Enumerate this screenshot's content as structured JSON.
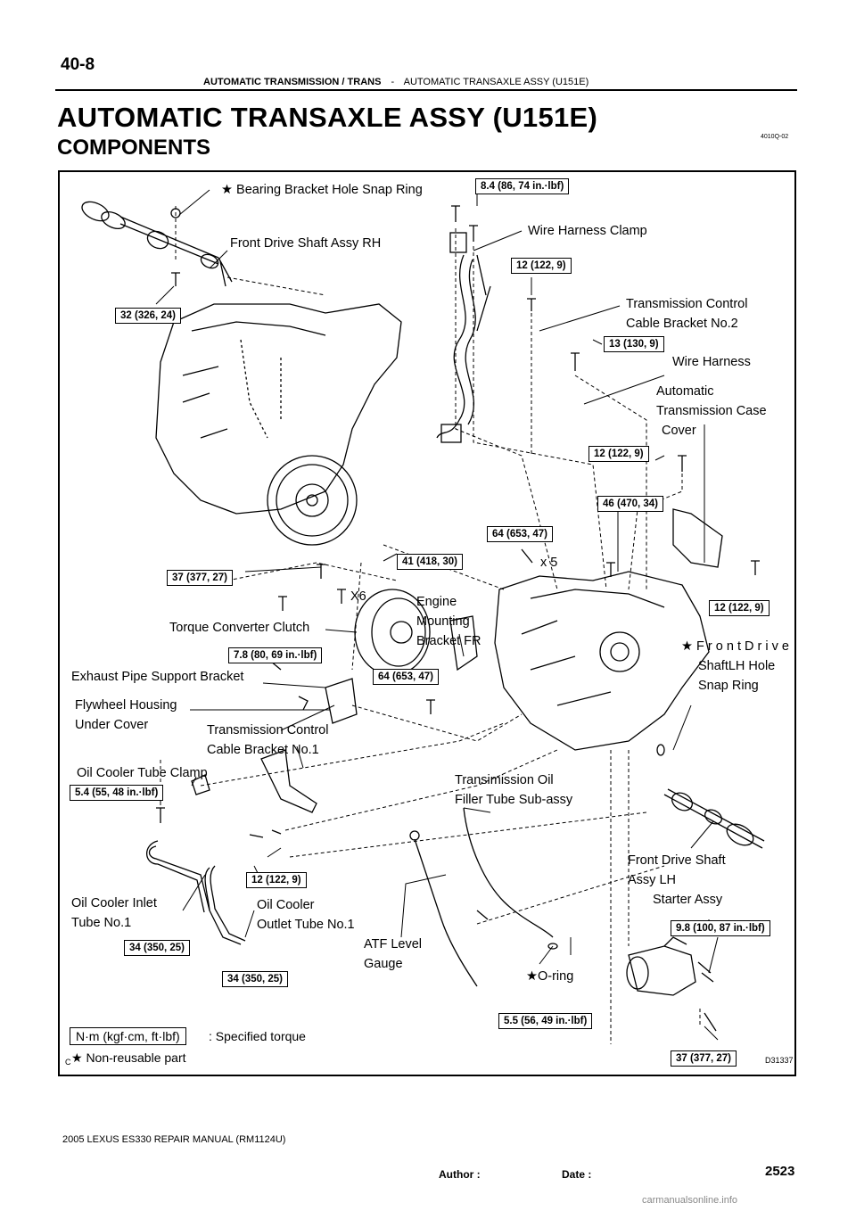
{
  "page": {
    "number": "40-8",
    "header_section": "AUTOMATIC TRANSMISSION / TRANS",
    "header_sep": "-",
    "header_topic": "AUTOMATIC TRANSAXLE ASSY (U151E)",
    "title": "AUTOMATIC TRANSAXLE ASSY (U151E)",
    "subtitle": "COMPONENTS",
    "doc_code": "4010Q-02",
    "footer": "2005 LEXUS ES330 REPAIR MANUAL   (RM1124U)",
    "author_label": "Author :",
    "date_label": "Date :",
    "page_count": "2523",
    "watermark": "carmanualsonline.info"
  },
  "figure": {
    "id": "D31337",
    "corner_mark": "C",
    "labels": [
      {
        "key": "bearing",
        "text": "★  Bearing Bracket Hole Snap Ring"
      },
      {
        "key": "fdsrh",
        "text": "Front Drive Shaft Assy RH"
      },
      {
        "key": "whclamp",
        "text": "Wire Harness Clamp"
      },
      {
        "key": "tcb2a",
        "text": "Transmission Control"
      },
      {
        "key": "tcb2b",
        "text": "Cable Bracket No.2"
      },
      {
        "key": "wharness",
        "text": "Wire Harness"
      },
      {
        "key": "atcc1",
        "text": "Automatic"
      },
      {
        "key": "atcc2",
        "text": "Transmission Case"
      },
      {
        "key": "atcc3",
        "text": "Cover"
      },
      {
        "key": "x5",
        "text": "x 5"
      },
      {
        "key": "x6",
        "text": "X6"
      },
      {
        "key": "emb1",
        "text": "Engine"
      },
      {
        "key": "emb2",
        "text": "Mounting"
      },
      {
        "key": "emb3",
        "text": "Bracket FR"
      },
      {
        "key": "tcc",
        "text": "Torque Converter Clutch"
      },
      {
        "key": "fdlh1",
        "text": "★  F r o n t   D r i v e"
      },
      {
        "key": "fdlh2",
        "text": "ShaftLH Hole"
      },
      {
        "key": "fdlh3",
        "text": "Snap Ring"
      },
      {
        "key": "epsb",
        "text": "Exhaust Pipe Support Bracket"
      },
      {
        "key": "fhuc1",
        "text": "Flywheel Housing"
      },
      {
        "key": "fhuc2",
        "text": "Under Cover"
      },
      {
        "key": "tcb1a",
        "text": "Transmission Control"
      },
      {
        "key": "tcb1b",
        "text": "Cable Bracket No.1"
      },
      {
        "key": "octc",
        "text": "Oil Cooler Tube Clamp"
      },
      {
        "key": "tof1",
        "text": "Transimission Oil"
      },
      {
        "key": "tof2",
        "text": "Filler Tube  Sub-assy"
      },
      {
        "key": "fdslh1",
        "text": "Front Drive Shaft"
      },
      {
        "key": "fdslh2",
        "text": "Assy LH"
      },
      {
        "key": "starter",
        "text": "Starter Assy"
      },
      {
        "key": "ocit1",
        "text": "Oil Cooler Inlet"
      },
      {
        "key": "ocit2",
        "text": "Tube No.1"
      },
      {
        "key": "ocot1",
        "text": "Oil Cooler"
      },
      {
        "key": "ocot2",
        "text": "Outlet Tube No.1"
      },
      {
        "key": "atf1",
        "text": "ATF Level"
      },
      {
        "key": "atf2",
        "text": "Gauge"
      },
      {
        "key": "oring",
        "text": "★O-ring"
      }
    ],
    "torques": [
      {
        "key": "t1",
        "text": "8.4 (86, 74 in.·lbf)"
      },
      {
        "key": "t2",
        "text": "12 (122, 9)"
      },
      {
        "key": "t3",
        "text": "32 (326, 24)"
      },
      {
        "key": "t4",
        "text": "13 (130, 9)"
      },
      {
        "key": "t5",
        "text": "12 (122, 9)"
      },
      {
        "key": "t6",
        "text": "46 (470, 34)"
      },
      {
        "key": "t7",
        "text": "64 (653, 47)"
      },
      {
        "key": "t8",
        "text": "41 (418, 30)"
      },
      {
        "key": "t9",
        "text": "37 (377, 27)"
      },
      {
        "key": "t10",
        "text": "12 (122, 9)"
      },
      {
        "key": "t11",
        "text": "7.8 (80, 69 in.·lbf)"
      },
      {
        "key": "t12",
        "text": "64 (653, 47)"
      },
      {
        "key": "t13",
        "text": "5.4 (55, 48 in.·lbf)"
      },
      {
        "key": "t14",
        "text": "12 (122, 9)"
      },
      {
        "key": "t15",
        "text": "9.8 (100, 87 in.·lbf)"
      },
      {
        "key": "t16",
        "text": "34 (350, 25)"
      },
      {
        "key": "t17",
        "text": "34 (350, 25)"
      },
      {
        "key": "t18",
        "text": "5.5 (56, 49 in.·lbf)"
      },
      {
        "key": "t19",
        "text": "37 (377, 27)"
      }
    ],
    "legend": {
      "unit_box": "N·m (kgf·cm, ft·lbf)",
      "unit_text": ": Specified torque",
      "nonreuse": "★  Non-reusable part"
    }
  }
}
